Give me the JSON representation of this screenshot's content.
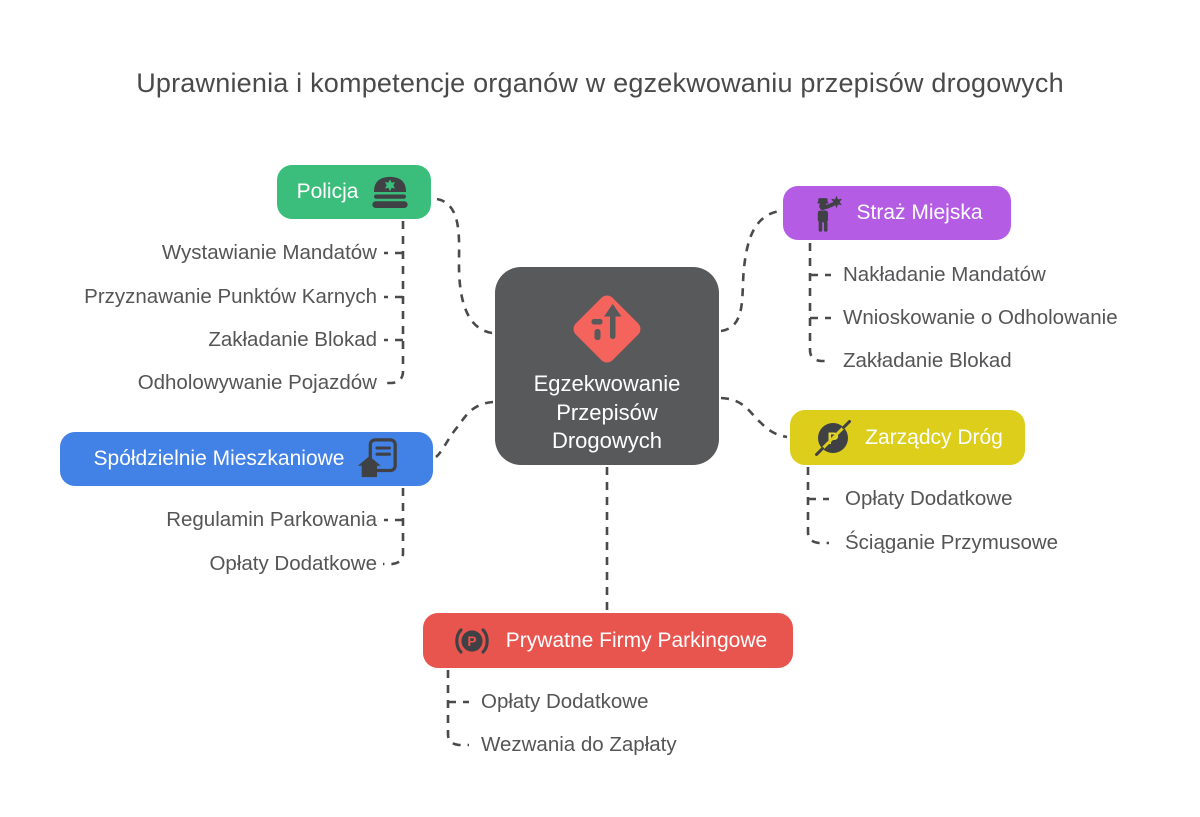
{
  "title": "Uprawnienia i kompetencje organów w egzekwowaniu przepisów drogowych",
  "center": {
    "label": "Egzekwowanie Przepisów Drogowych",
    "icon": "road-merge-sign-icon",
    "bg_color": "#58595b",
    "icon_color": "#f4635c"
  },
  "branches": [
    {
      "id": "policja",
      "label": "Policja",
      "color": "#3bbe7c",
      "icon": "police-cap-icon",
      "side": "left",
      "items": [
        "Wystawianie Mandatów",
        "Przyznawanie Punktów Karnych",
        "Zakładanie Blokad",
        "Odholowywanie Pojazdów"
      ]
    },
    {
      "id": "straz-miejska",
      "label": "Straż Miejska",
      "color": "#b55ce4",
      "icon": "city-guard-officer-icon",
      "side": "right",
      "items": [
        "Nakładanie Mandatów",
        "Wnioskowanie o Odholowanie",
        "Zakładanie Blokad"
      ]
    },
    {
      "id": "spoldzielnie-mieszkaniowe",
      "label": "Spółdzielnie Mieszkaniowe",
      "color": "#4282e6",
      "icon": "housing-document-icon",
      "side": "left",
      "items": [
        "Regulamin Parkowania",
        "Opłaty Dodatkowe"
      ]
    },
    {
      "id": "zarzadcy-drog",
      "label": "Zarządcy Dróg",
      "color": "#ddce1c",
      "icon": "no-parking-icon",
      "side": "right",
      "items": [
        "Opłaty Dodatkowe",
        "Ściąganie Przymusowe"
      ]
    },
    {
      "id": "prywatne-firmy-parkingowe",
      "label": "Prywatne Firmy Parkingowe",
      "color": "#e8544e",
      "icon": "parking-sensor-icon",
      "side": "bottom",
      "items": [
        "Opłaty Dodatkowe",
        "Wezwania do Zapłaty"
      ]
    }
  ],
  "colors": {
    "background": "#ffffff",
    "title_text": "#4a4a4b",
    "item_text": "#555557",
    "connector": "#4a4a4c",
    "node_text": "#ffffff",
    "icon_dark": "#3f4145"
  }
}
